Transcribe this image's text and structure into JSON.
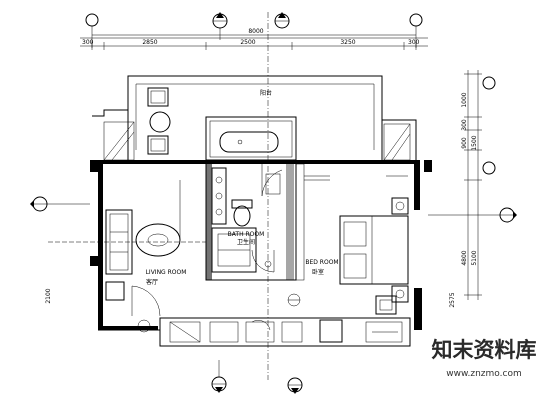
{
  "dimensions": {
    "top_total": "8000",
    "top_segments": [
      "300",
      "2850",
      "2500",
      "3250",
      "300"
    ],
    "right_segments": [
      "1000",
      "300",
      "900",
      "1500"
    ],
    "right_lower": [
      "4800",
      "5100"
    ],
    "right_bottom": "2575",
    "left_bottom": "2100"
  },
  "rooms": {
    "balcony": "阳台",
    "bath": "BATH ROOM",
    "bath_cn": "卫生间",
    "living": "LIVING ROOM",
    "living_cn": "客厅",
    "bed": "BED ROOM",
    "bed_cn": "卧室"
  },
  "watermark": {
    "title": "知末资料库",
    "url": "www.znzmo.com"
  },
  "colors": {
    "line": "#000000",
    "background": "#ffffff"
  }
}
